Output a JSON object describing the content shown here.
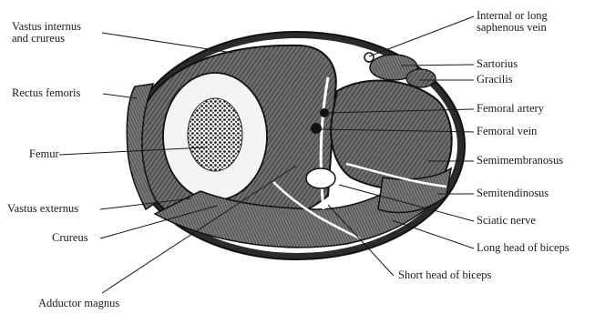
{
  "labels": {
    "vastus_internus": [
      "Vastus internus",
      "and crureus"
    ],
    "rectus_femoris": "Rectus femoris",
    "femur": "Femur",
    "vastus_externus": "Vastus externus",
    "crureus": "Crureus",
    "adductor_magnus": "Adductor magnus",
    "saphenous_vein": [
      "Internal or long",
      "saphenous vein"
    ],
    "sartorius": "Sartorius",
    "gracilis": "Gracilis",
    "femoral_artery": "Femoral artery",
    "femoral_vein": "Femoral vein",
    "semimembranosus": "Semimembranosus",
    "semitendinosus": "Semitendinosus",
    "sciatic_nerve": "Sciatic nerve",
    "long_head_biceps": "Long head of biceps",
    "short_head_biceps": "Short head of biceps"
  },
  "colors": {
    "ink": "#1a1a1a",
    "muscle_dark": "#3c3c3c",
    "muscle_mid": "#6a6a6a",
    "bone": "#f4f4f4",
    "marrow": "#2a2a2a"
  }
}
